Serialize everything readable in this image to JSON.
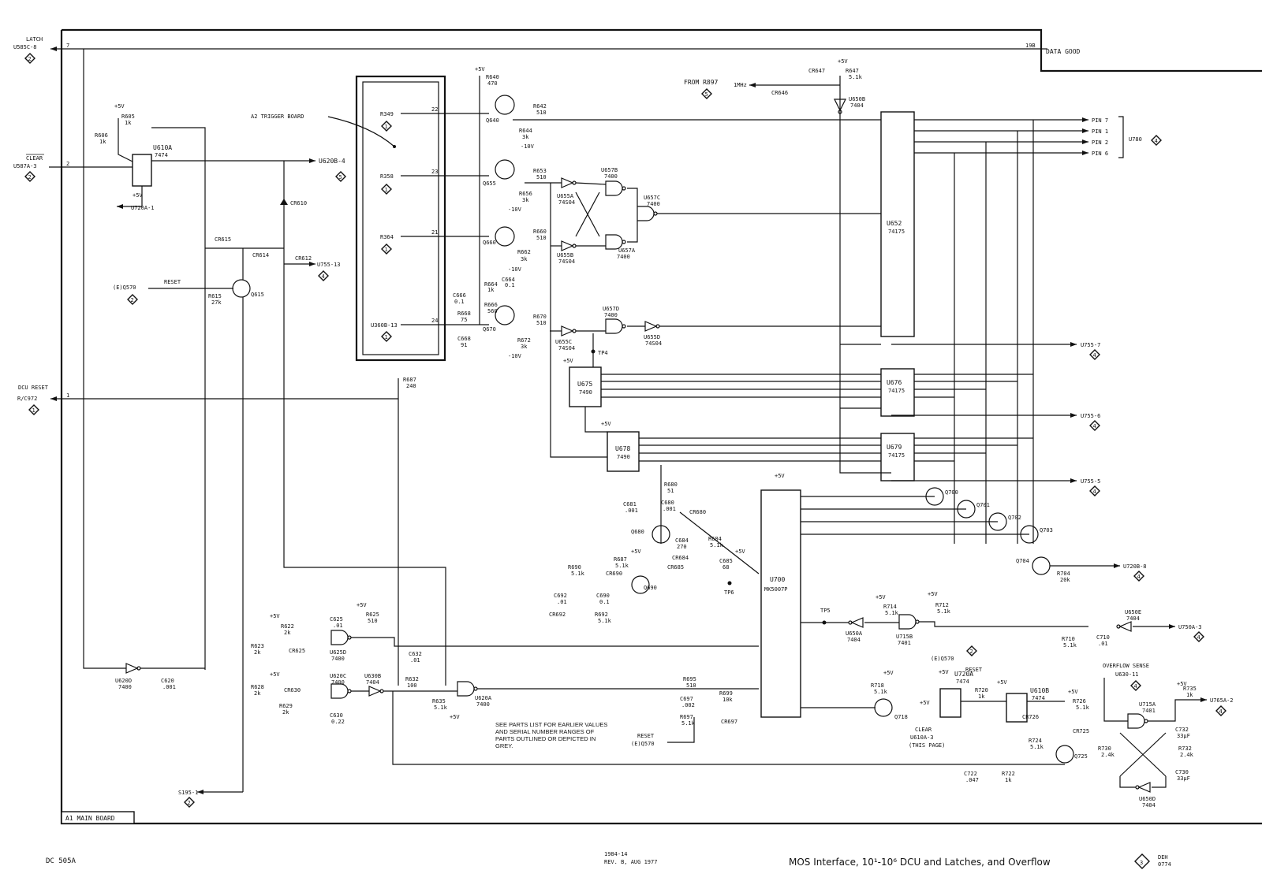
{
  "footer": {
    "model": "DC 505A",
    "drawing_no": "1984-14",
    "revision": "REV. B, AUG 1977",
    "title": "MOS Interface, 10¹-10⁶ DCU and Latches, and Overflow",
    "sheet": "3",
    "initials": "DEH",
    "code": "0774"
  },
  "frame": {
    "board_label": "A1 MAIN BOARD",
    "trigger_board_label": "A2 TRIGGER BOARD",
    "note": "SEE PARTS LIST FOR EARLIER VALUES AND SERIAL NUMBER RANGES OF PARTS OUTLINED OR DEPICTED IN GREY."
  },
  "offsheet": {
    "latch": {
      "line1": "LATCH",
      "line2": "U585C-8",
      "ref": "2",
      "pin": "7"
    },
    "clear": {
      "line1": "CLEAR",
      "line2": "U587A-3",
      "ref": "2",
      "pin": "2"
    },
    "dcu_reset": {
      "line1": "DCU RESET",
      "line2": "R/C972",
      "ref": "1",
      "pin": "1"
    },
    "q570_reset": {
      "label": "(E)Q570",
      "ref": "2",
      "signal": "RESET"
    },
    "s195": {
      "label": "S195-1",
      "ref": "2"
    },
    "data_good": {
      "label": "DATA GOOD",
      "pin": "19B"
    },
    "from_r897": {
      "label": "FROM R897",
      "freq": "1MHz",
      "ref": "5"
    },
    "u620b": {
      "label": "U620B-4",
      "ref": "5"
    },
    "u720a1": {
      "label": "U720A-1"
    },
    "u755_13": {
      "label": "U755-13",
      "ref": "4"
    },
    "u780": {
      "label": "U780",
      "ref": "4",
      "pins": [
        "PIN 7",
        "PIN 1",
        "PIN 2",
        "PIN 6"
      ]
    },
    "u755_7": {
      "label": "U755-7",
      "ref": "4"
    },
    "u755_6": {
      "label": "U755-6",
      "ref": "4"
    },
    "u755_5": {
      "label": "U755-5",
      "ref": "4"
    },
    "u720b8": {
      "label": "U720B-8",
      "ref": "4"
    },
    "u750a3": {
      "label": "U750A-3",
      "ref": "4"
    },
    "u630_11": {
      "label": "U630-11",
      "ref": "4",
      "sense": "OVERFLOW SENSE"
    },
    "u765a2": {
      "label": "U765A-2",
      "ref": "4"
    },
    "q570_b": {
      "label": "(E)Q570",
      "ref": "2",
      "signal": "RESET"
    },
    "q570_c": {
      "label": "(E)Q570",
      "signal": "RESET"
    },
    "clear_u610a3": {
      "line1": "CLEAR",
      "line2": "U610A-3",
      "line3": "(THIS PAGE)"
    }
  },
  "trigger_inputs": [
    {
      "ref": "R349",
      "pin": "22",
      "diamond": "1"
    },
    {
      "ref": "R358",
      "pin": "23",
      "diamond": "1"
    },
    {
      "ref": "R364",
      "pin": "21",
      "diamond": "1"
    },
    {
      "ref": "U360B-13",
      "pin": "24",
      "diamond": "1"
    }
  ],
  "ics": {
    "u610a": {
      "name": "U610A",
      "type": "7474"
    },
    "u652": {
      "name": "U652",
      "type": "74175"
    },
    "u676": {
      "name": "U676",
      "type": "74175"
    },
    "u679": {
      "name": "U679",
      "type": "74175"
    },
    "u675": {
      "name": "U675",
      "type": "7490"
    },
    "u678": {
      "name": "U678",
      "type": "7490"
    },
    "u700": {
      "name": "U700",
      "type": "MK5007P"
    },
    "u720a": {
      "name": "U720A",
      "type": "7474"
    },
    "u610b": {
      "name": "U610B",
      "type": "7474"
    }
  },
  "gates": {
    "u657b": {
      "name": "U657B",
      "type": "7400"
    },
    "u657a": {
      "name": "U657A",
      "type": "7400"
    },
    "u657c": {
      "name": "U657C",
      "type": "7400"
    },
    "u657d": {
      "name": "U657D",
      "type": "7400"
    },
    "u655a": {
      "name": "U655A",
      "type": "74S04"
    },
    "u655b": {
      "name": "U655B",
      "type": "74S04"
    },
    "u655c": {
      "name": "U655C",
      "type": "74S04"
    },
    "u655d": {
      "name": "U655D",
      "type": "74S04"
    },
    "u650b": {
      "name": "U650B",
      "type": "7404"
    },
    "u620d": {
      "name": "U620D",
      "type": "7400"
    },
    "u625d": {
      "name": "U625D",
      "type": "7400"
    },
    "u620c": {
      "name": "U620C",
      "type": "7400"
    },
    "u630b": {
      "name": "U630B",
      "type": "7404"
    },
    "u620a": {
      "name": "U620A",
      "type": "7400"
    },
    "u650a": {
      "name": "U650A",
      "type": "7404"
    },
    "u715b": {
      "name": "U715B",
      "type": "7401"
    },
    "u650e": {
      "name": "U650E",
      "type": "7404"
    },
    "u715a": {
      "name": "U715A",
      "type": "7401"
    },
    "u650d": {
      "name": "U650D",
      "type": "7404"
    }
  },
  "transistors": [
    "Q640",
    "Q655",
    "Q660",
    "Q670",
    "Q615",
    "Q680",
    "Q690",
    "Q700",
    "Q701",
    "Q702",
    "Q703",
    "Q704",
    "Q718",
    "Q725"
  ],
  "resistors": [
    {
      "ref": "R605",
      "val": "1k"
    },
    {
      "ref": "R606",
      "val": "1k"
    },
    {
      "ref": "R640",
      "val": "470"
    },
    {
      "ref": "R642",
      "val": "510"
    },
    {
      "ref": "R644",
      "val": "3k"
    },
    {
      "ref": "R653",
      "val": "510"
    },
    {
      "ref": "R656",
      "val": "3k"
    },
    {
      "ref": "R660",
      "val": "510"
    },
    {
      "ref": "R662",
      "val": "3k"
    },
    {
      "ref": "R664",
      "val": "1k"
    },
    {
      "ref": "R666",
      "val": "560"
    },
    {
      "ref": "R668",
      "val": "75"
    },
    {
      "ref": "R670",
      "val": "510"
    },
    {
      "ref": "R672",
      "val": "3k"
    },
    {
      "ref": "R615",
      "val": "27k"
    },
    {
      "ref": "R687",
      "val": "240"
    },
    {
      "ref": "R647",
      "val": "5.1k"
    },
    {
      "ref": "R680",
      "val": "51"
    },
    {
      "ref": "R684",
      "val": "5.1k"
    },
    {
      "ref": "R687b",
      "val": "5.1k"
    },
    {
      "ref": "R690",
      "val": "5.1k"
    },
    {
      "ref": "R692",
      "val": "5.1k"
    },
    {
      "ref": "R622",
      "val": "2k"
    },
    {
      "ref": "R623",
      "val": "2k"
    },
    {
      "ref": "R625",
      "val": "510"
    },
    {
      "ref": "R628",
      "val": "2k"
    },
    {
      "ref": "R629",
      "val": "2k"
    },
    {
      "ref": "R632",
      "val": "100"
    },
    {
      "ref": "R635",
      "val": "5.1k"
    },
    {
      "ref": "R695",
      "val": "510"
    },
    {
      "ref": "R697",
      "val": "5.1k"
    },
    {
      "ref": "R699",
      "val": "10k"
    },
    {
      "ref": "R704",
      "val": "20k"
    },
    {
      "ref": "R714",
      "val": "5.1k"
    },
    {
      "ref": "R712",
      "val": "5.1k"
    },
    {
      "ref": "R710",
      "val": "5.1k"
    },
    {
      "ref": "R718",
      "val": "5.1k"
    },
    {
      "ref": "R720",
      "val": "1k"
    },
    {
      "ref": "R724",
      "val": "5.1k"
    },
    {
      "ref": "R722",
      "val": "1k"
    },
    {
      "ref": "R726",
      "val": "5.1k"
    },
    {
      "ref": "R735",
      "val": "1k"
    },
    {
      "ref": "R730",
      "val": "2.4k"
    },
    {
      "ref": "R732",
      "val": "2.4k"
    }
  ],
  "capacitors": [
    {
      "ref": "C664",
      "val": "0.1"
    },
    {
      "ref": "C666",
      "val": "0.1"
    },
    {
      "ref": "C668",
      "val": "91"
    },
    {
      "ref": "C681",
      "val": ".001"
    },
    {
      "ref": "C680",
      "val": ".001"
    },
    {
      "ref": "C684",
      "val": "270"
    },
    {
      "ref": "C685",
      "val": "68"
    },
    {
      "ref": "C692",
      "val": ".01"
    },
    {
      "ref": "C690",
      "val": "0.1"
    },
    {
      "ref": "C625",
      "val": ".01"
    },
    {
      "ref": "C632",
      "val": ".01"
    },
    {
      "ref": "C630",
      "val": "0.22"
    },
    {
      "ref": "C620",
      "val": ".001"
    },
    {
      "ref": "C697",
      "val": ".002"
    },
    {
      "ref": "C710",
      "val": ".01"
    },
    {
      "ref": "C722",
      "val": ".047"
    },
    {
      "ref": "C732",
      "val": "33µF"
    },
    {
      "ref": "C730",
      "val": "33µF"
    }
  ],
  "diodes": [
    "CR647",
    "CR646",
    "CR610",
    "CR615",
    "CR614",
    "CR612",
    "CR680",
    "CR684",
    "CR685",
    "CR690",
    "CR692",
    "CR625",
    "CR630",
    "CR697",
    "CR726",
    "CR725"
  ],
  "testpoints": [
    "TP4",
    "TP5",
    "TP6"
  ],
  "supplies": {
    "pos": "+5V",
    "neg": "-10V"
  }
}
